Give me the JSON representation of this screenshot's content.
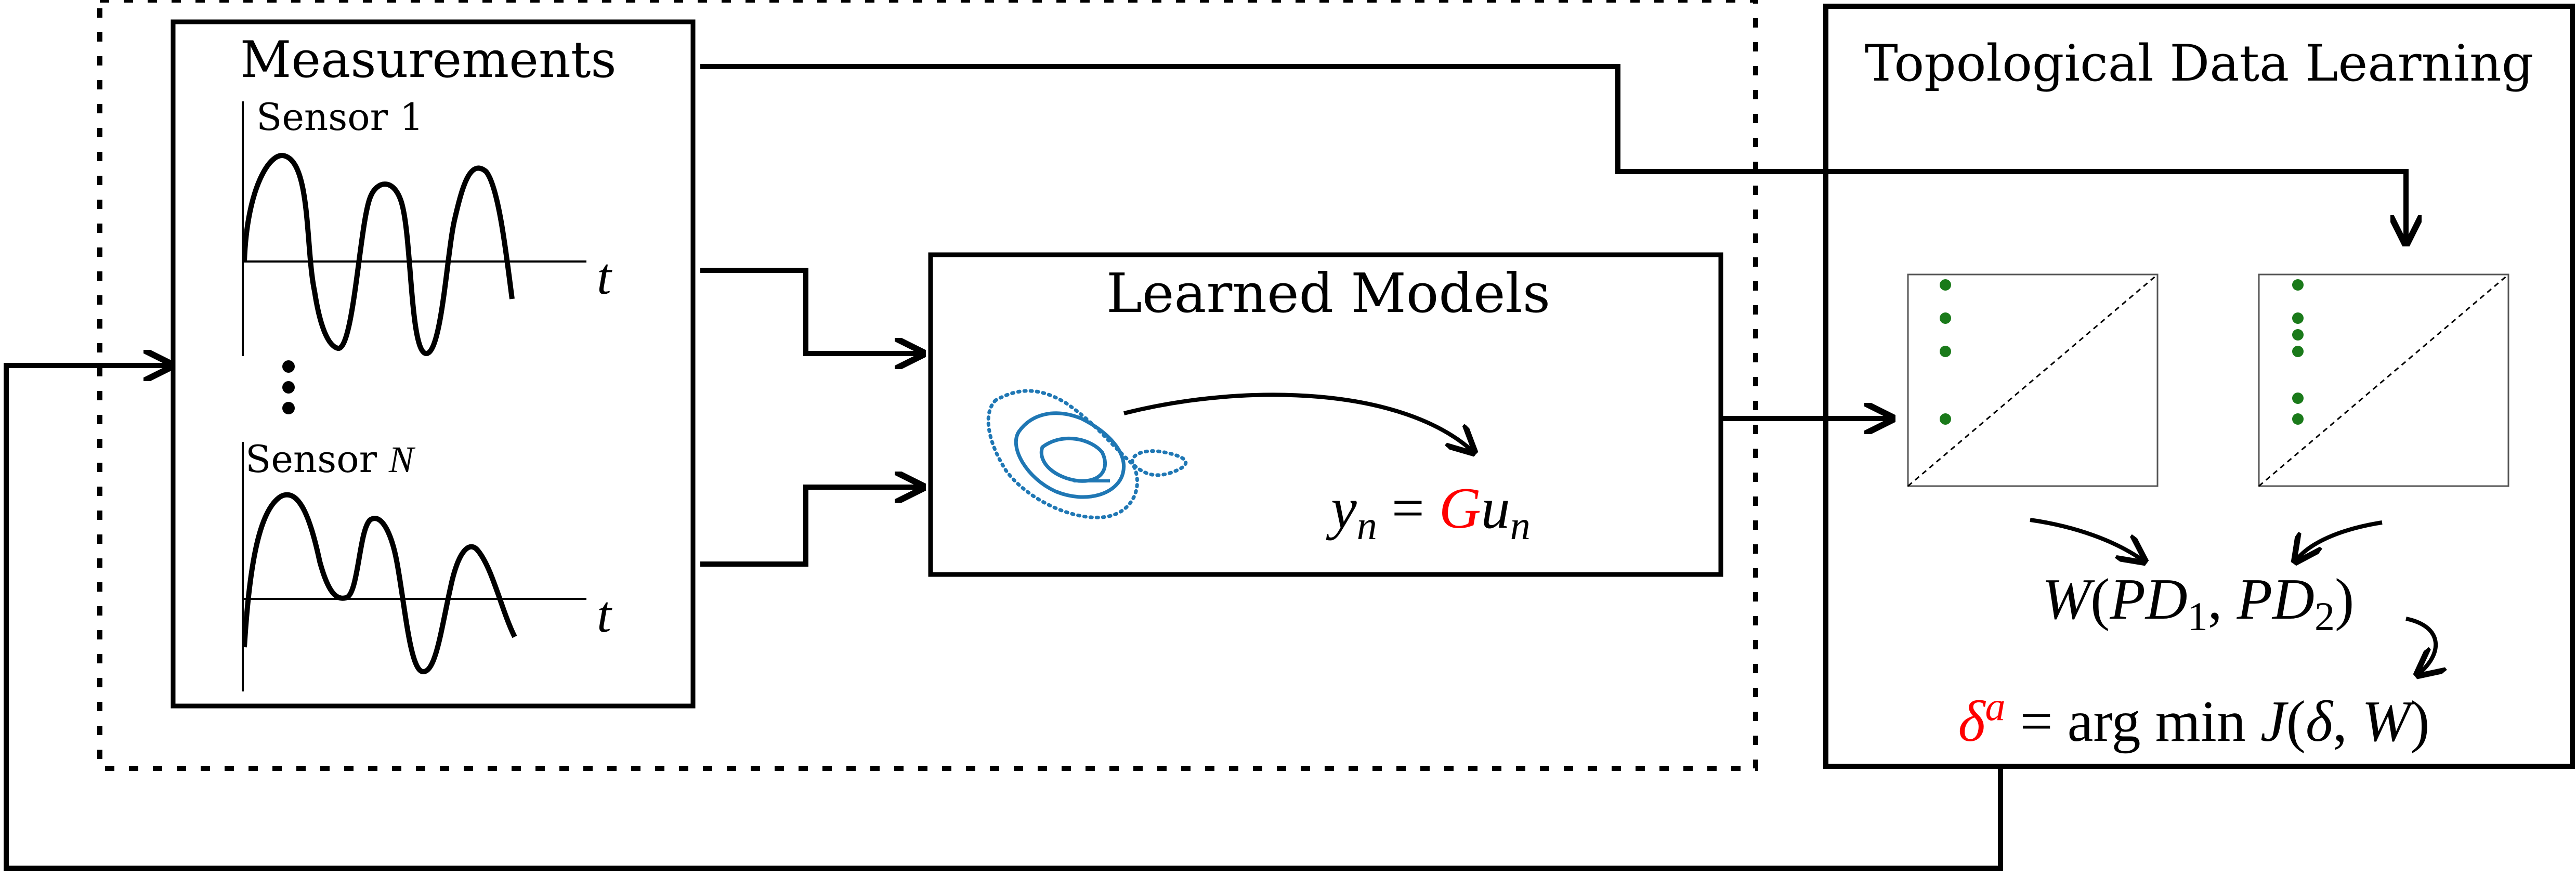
{
  "measurements": {
    "title": "Measurements",
    "sensor_1_label": "Sensor 1",
    "sensor_n_text": "Sensor ",
    "sensor_n_var": "N",
    "time_axis_label_1": "t",
    "time_axis_label_2": "t",
    "ellipsis": "⋮"
  },
  "learned_models": {
    "title": "Learned Models",
    "equation": {
      "lhs_var": "y",
      "lhs_sub": "n",
      "equals": " = ",
      "operator": "G",
      "rhs_var": "u",
      "rhs_sub": "n"
    }
  },
  "tdl": {
    "title": "Topological Data Learning",
    "wasserstein": {
      "func": "W",
      "open": "(",
      "pd1": "PD",
      "pd1_sub": "1",
      "comma": ", ",
      "pd2": "PD",
      "pd2_sub": "2",
      "close": ")"
    },
    "argmin": {
      "delta": "δ",
      "sup": "a",
      "equals": " = ",
      "op": "arg min",
      "func": "J",
      "args_open": "(",
      "arg1": "δ",
      "comma": ", ",
      "arg2": "W",
      "args_close": ")"
    }
  },
  "colors": {
    "ink": "#000000",
    "attractor": "#1f77b4",
    "persistence_points": "#1a7a1a",
    "highlight": "#ff0000"
  }
}
